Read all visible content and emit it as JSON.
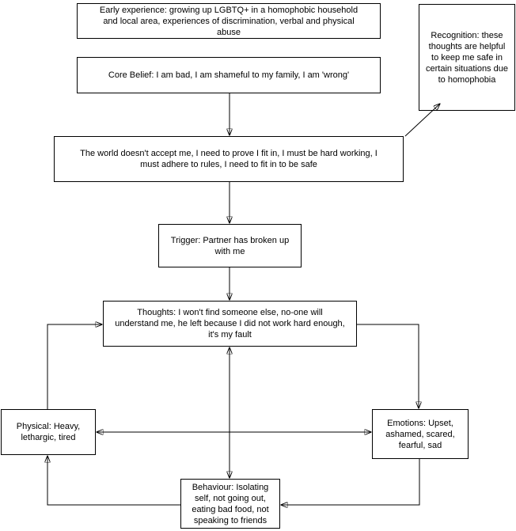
{
  "diagram": {
    "title": "CBT formulation flowchart",
    "colors": {
      "background": "#ffffff",
      "box_fill": "#ffffff",
      "box_border": "#000000",
      "text": "#000000",
      "line": "#000000"
    },
    "nodes": {
      "early_experience": {
        "lines": [
          "Early experience: growing up LGBTQ+ in a homophobic household",
          "and local area, experiences of discrimination, verbal and physical",
          "abuse"
        ]
      },
      "core_belief": {
        "lines": [
          "Core Belief: I am bad, I am shameful to my family, I am 'wrong'"
        ]
      },
      "assumptions": {
        "lines": [
          "The world doesn't accept me, I need to prove I fit in, I must be hard working, I",
          "must adhere to rules, I need to fit in to be safe"
        ]
      },
      "recognition": {
        "lines": [
          "Recognition: these",
          "thoughts are helpful",
          "to keep me safe in",
          "certain situations due",
          "to homophobia"
        ]
      },
      "trigger": {
        "lines": [
          "Trigger: Partner has broken up",
          "with me"
        ]
      },
      "thoughts": {
        "lines": [
          "Thoughts: I won't find someone else, no-one will",
          "understand me, he left because I did not work hard enough,",
          "it's my fault"
        ]
      },
      "physical": {
        "lines": [
          "Physical: Heavy,",
          "lethargic, tired"
        ]
      },
      "emotions": {
        "lines": [
          "Emotions: Upset,",
          "ashamed, scared,",
          "fearful, sad"
        ]
      },
      "behaviour": {
        "lines": [
          "Behaviour: Isolating",
          "self, not going out,",
          "eating bad food, not",
          "speaking to friends"
        ]
      }
    },
    "edges": [
      {
        "from": "core_belief",
        "to": "assumptions",
        "style": "arrow"
      },
      {
        "from": "assumptions",
        "to": "recognition",
        "style": "arrow"
      },
      {
        "from": "assumptions",
        "to": "trigger",
        "style": "arrow"
      },
      {
        "from": "trigger",
        "to": "thoughts",
        "style": "arrow"
      },
      {
        "from": "thoughts",
        "to": "behaviour",
        "style": "double-arrow"
      },
      {
        "from": "physical",
        "to": "emotions",
        "style": "double-arrow"
      },
      {
        "from": "physical",
        "to": "thoughts",
        "style": "arrow"
      },
      {
        "from": "thoughts",
        "to": "emotions",
        "style": "arrow"
      },
      {
        "from": "emotions",
        "to": "behaviour",
        "style": "arrow"
      },
      {
        "from": "behaviour",
        "to": "physical",
        "style": "arrow"
      }
    ]
  }
}
